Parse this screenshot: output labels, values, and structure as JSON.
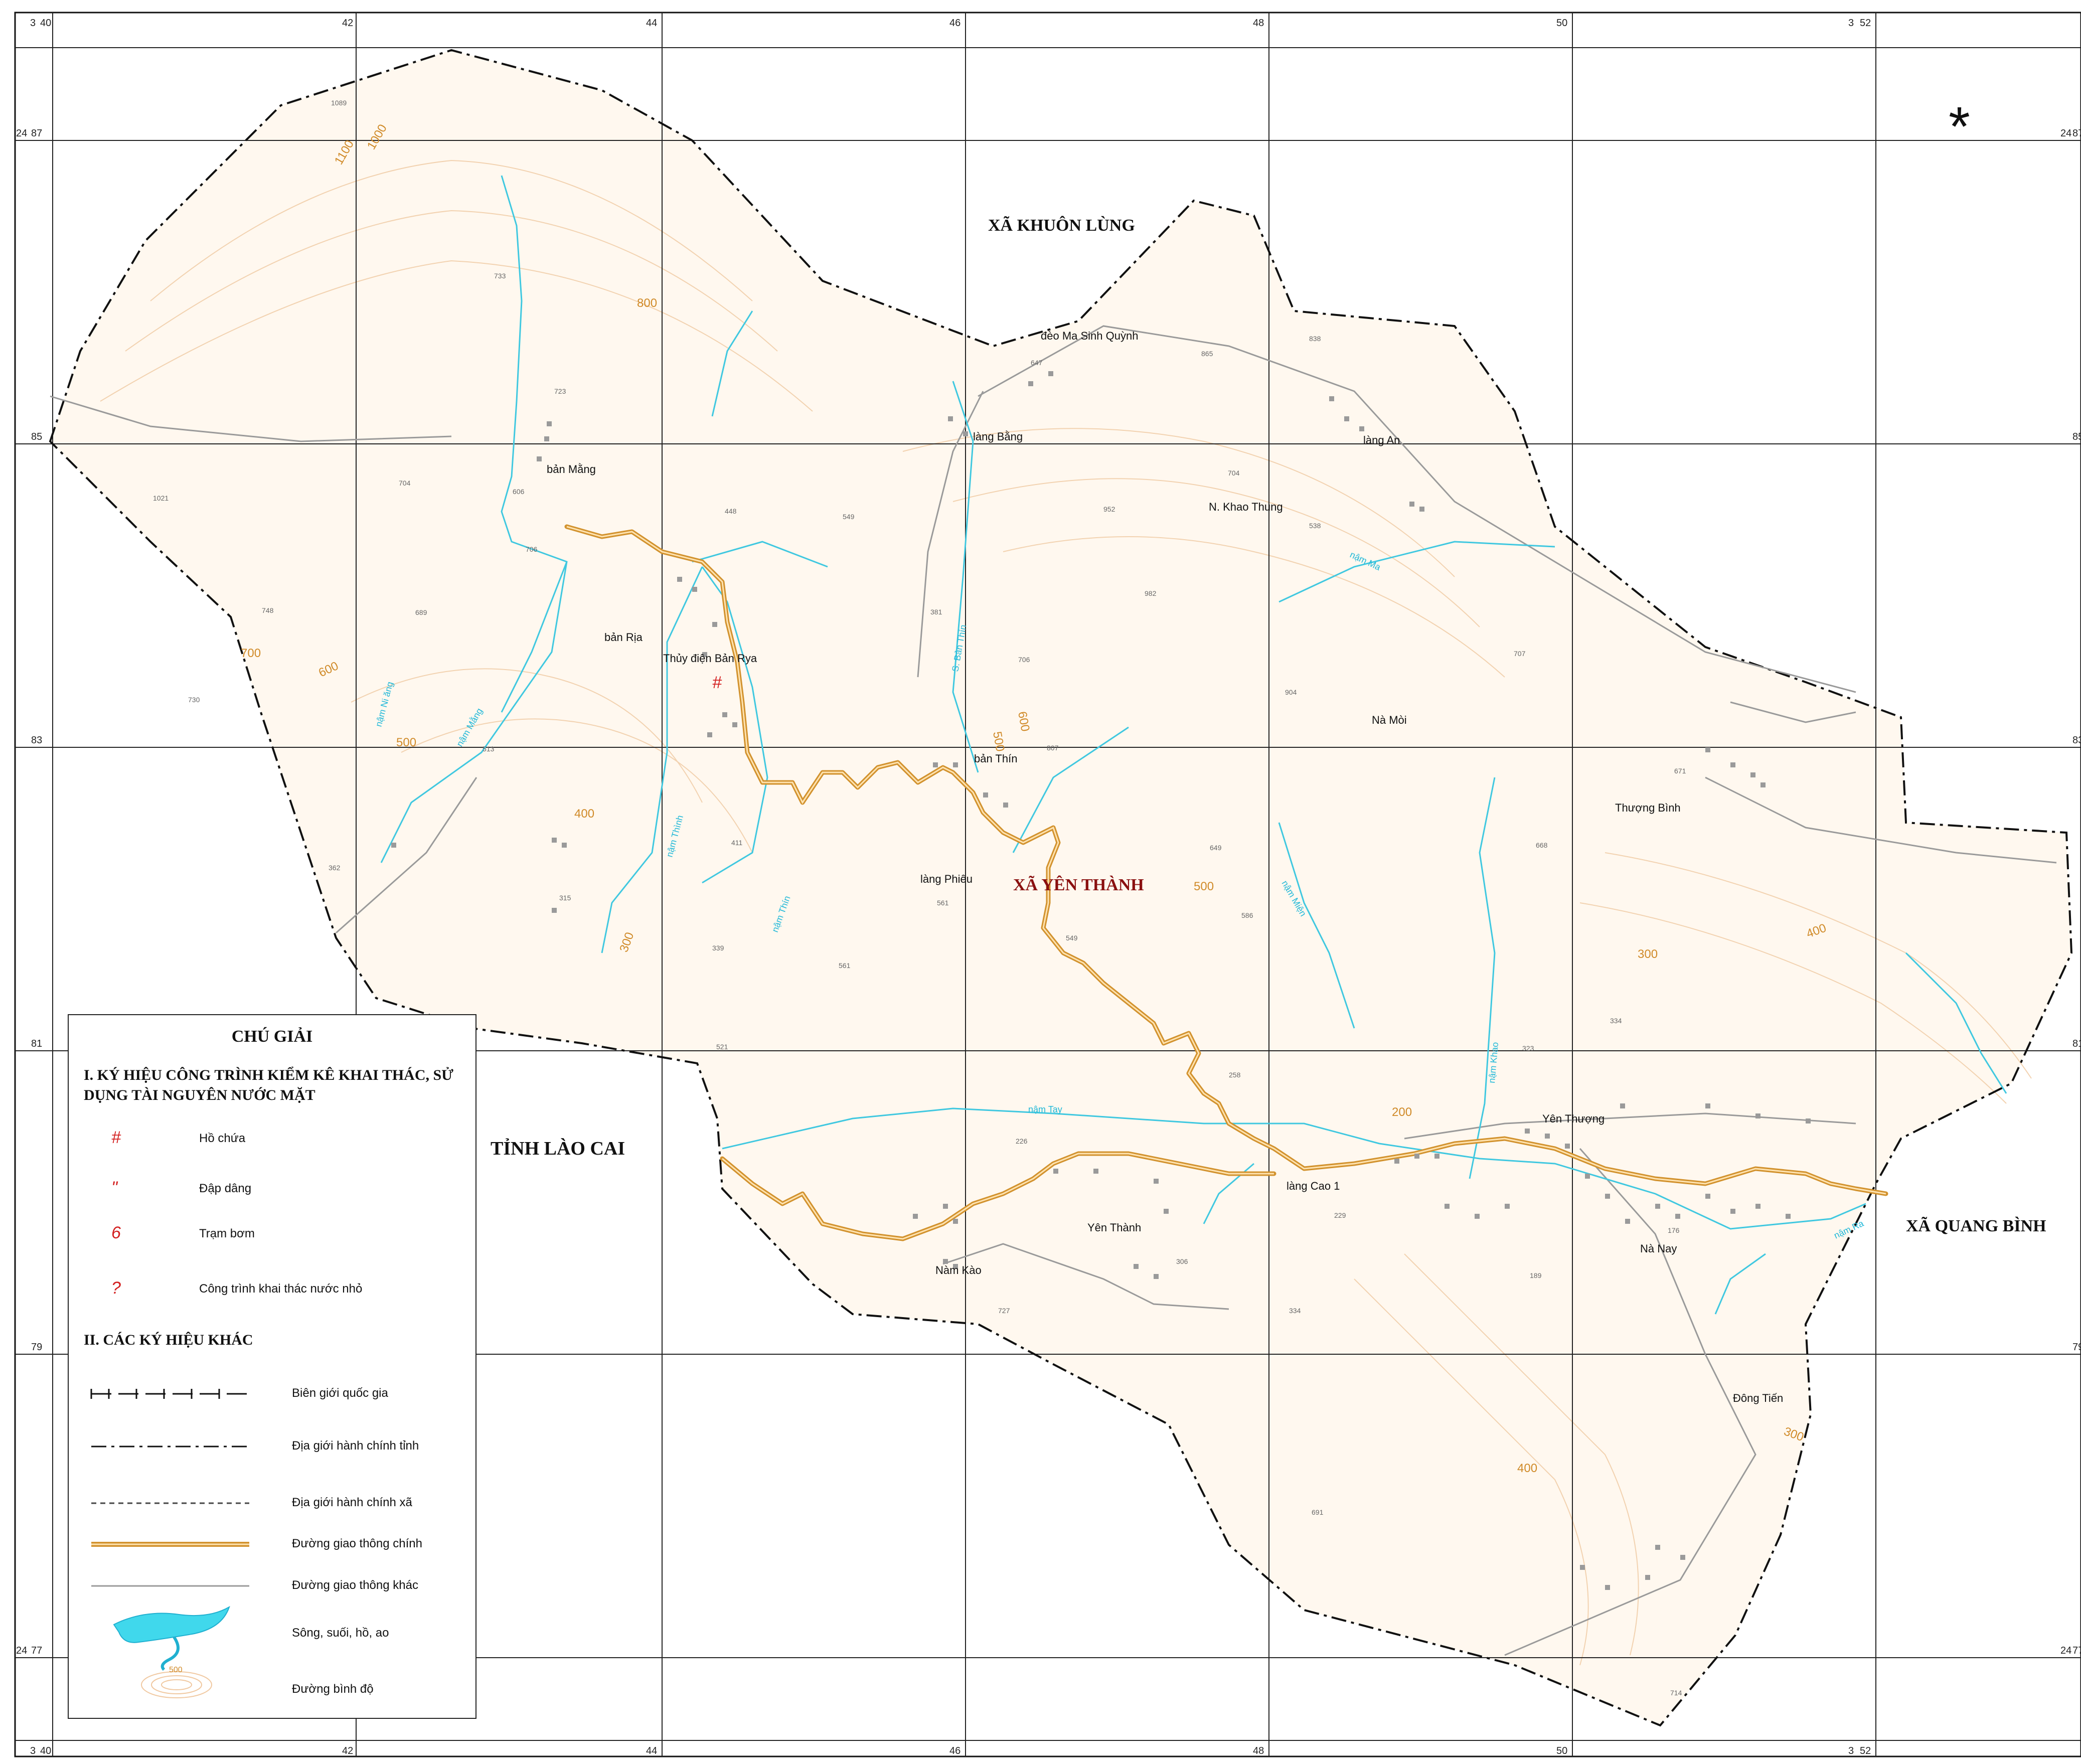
{
  "map": {
    "frame_ticks": {
      "top": [
        "40",
        "42",
        "44",
        "46",
        "48",
        "50",
        "52"
      ],
      "top_prefix": "3",
      "left": [
        "87",
        "85",
        "83",
        "81",
        "79",
        "77"
      ],
      "left_prefix": "24"
    },
    "north_mark": "*",
    "communes": {
      "main": "XÃ YÊN THÀNH",
      "north": "XÃ KHUÔN LÙNG",
      "east": "XÃ QUANG BÌNH",
      "west": "TỈNH LÀO CAI"
    },
    "villages": [
      {
        "name": "bản Mằng"
      },
      {
        "name": "bản Rịa"
      },
      {
        "name": "Thủy điện Bản Rya"
      },
      {
        "name": "làng Bằng"
      },
      {
        "name": "làng An"
      },
      {
        "name": "N. Khao Thung"
      },
      {
        "name": "Nà Mòi"
      },
      {
        "name": "bản Thín"
      },
      {
        "name": "làng Phiêu"
      },
      {
        "name": "Thượng Bình"
      },
      {
        "name": "Yên Thượng"
      },
      {
        "name": "làng Cao 1"
      },
      {
        "name": "Yên Thành"
      },
      {
        "name": "Nà Nay"
      },
      {
        "name": "Nàm Kào"
      },
      {
        "name": "Đông Tiến"
      },
      {
        "name": "đèo Ma Sinh Quỳnh"
      }
    ],
    "rivers": [
      {
        "name": "nậm Ni ăng"
      },
      {
        "name": "nậm Mằng"
      },
      {
        "name": "nậm Thình"
      },
      {
        "name": "nậm Thín"
      },
      {
        "name": "nậm Tay"
      },
      {
        "name": "nậm Miện"
      },
      {
        "name": "nậm Khao"
      },
      {
        "name": "nậm Ma"
      },
      {
        "name": "S. Bản Thín"
      },
      {
        "name": "nậm Ra"
      }
    ],
    "elevations": [
      "1089",
      "733",
      "723",
      "704",
      "1021",
      "606",
      "706",
      "748",
      "689",
      "730",
      "513",
      "448",
      "549",
      "381",
      "706",
      "807",
      "411",
      "339",
      "561",
      "561",
      "549",
      "647",
      "865",
      "838",
      "704",
      "952",
      "538",
      "982",
      "707",
      "904",
      "671",
      "668",
      "649",
      "586",
      "334",
      "323",
      "258",
      "226",
      "229",
      "176",
      "189",
      "306",
      "334",
      "727",
      "691",
      "714",
      "521",
      "362",
      "315"
    ],
    "contour_labels": [
      "1100",
      "1000",
      "800",
      "700",
      "600",
      "500",
      "400",
      "300",
      "600",
      "500",
      "500",
      "300",
      "400",
      "200",
      "400",
      "300"
    ]
  },
  "legend": {
    "title": "CHÚ GIẢI",
    "section1": "I. KÝ HIỆU CÔNG TRÌNH KIỂM KÊ KHAI THÁC, SỬ DỤNG TÀI NGUYÊN NƯỚC MẶT",
    "section1_items": [
      {
        "symbol": "#",
        "label": "Hồ chứa"
      },
      {
        "symbol": "\"",
        "label": "Đập dâng"
      },
      {
        "symbol": "6",
        "label": "Trạm bơm"
      },
      {
        "symbol": "?",
        "label": "Công trình khai thác nước nhỏ"
      }
    ],
    "section2": "II. CÁC KÝ HIỆU KHÁC",
    "section2_items": [
      {
        "label": "Biên giới quốc gia"
      },
      {
        "label": "Địa giới hành chính tỉnh"
      },
      {
        "label": "Địa giới hành chính xã"
      },
      {
        "label": "Đường giao thông chính"
      },
      {
        "label": "Đường giao thông khác"
      },
      {
        "label": "Sông, suối, hồ, ao"
      },
      {
        "label": "Đường bình độ"
      }
    ],
    "contour_sample": "500"
  },
  "colors": {
    "road_main": "#d2922e",
    "river": "#40c8e0",
    "contour": "#f2d2b0",
    "red_symbol": "#d32020"
  }
}
